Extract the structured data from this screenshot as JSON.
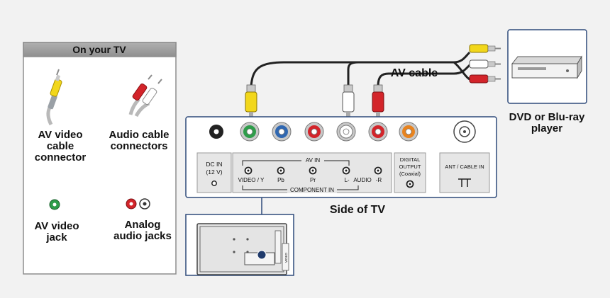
{
  "legend": {
    "title": "On your TV",
    "av_connector_label": [
      "AV video",
      "cable",
      "connector"
    ],
    "audio_connectors_label": [
      "Audio cable",
      "connectors"
    ],
    "av_jack_label": [
      "AV video",
      "jack"
    ],
    "audio_jacks_label": [
      "Analog",
      "audio jacks"
    ]
  },
  "diagram": {
    "cable_label": "AV cable",
    "device_label": [
      "DVD or Blu-ray",
      "player"
    ],
    "panel_label": "Side of TV",
    "dc_in": [
      "DC IN",
      "(12 V)"
    ],
    "av_in": "AV IN",
    "component_in": "COMPONENT IN",
    "video_y": "VIDEO / Y",
    "pb": "Pb",
    "pr": "Pr",
    "audio_l": "L-",
    "audio_text": "AUDIO",
    "audio_r": "-R",
    "digital_output": [
      "DIGITAL",
      "OUTPUT",
      "(Coaxial)"
    ],
    "ant_cable_in": "ANT / CABLE IN",
    "tv_vertical_text": "VIDEO"
  },
  "colors": {
    "background": "#f2f2f2",
    "legend_header": "#9a9a9a",
    "panel_border": "#2e4a7a",
    "yellow": "#f2d71b",
    "red": "#d3242a",
    "white": "#ffffff",
    "green": "#2e9c4a",
    "blue": "#2f67b1",
    "orange": "#e8831e"
  }
}
